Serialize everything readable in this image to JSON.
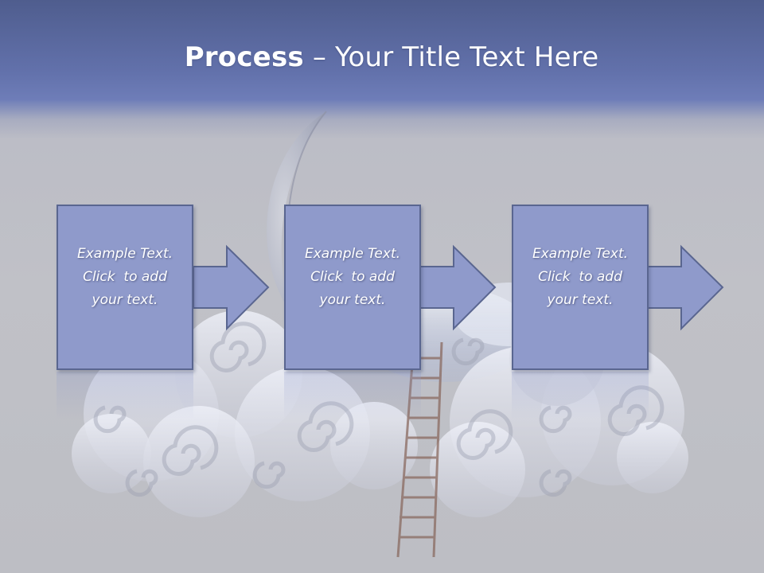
{
  "slide": {
    "title_bold": "Process",
    "title_rest": " – Your Title Text Here"
  },
  "steps": [
    {
      "lines": [
        "Example Text.",
        "Click  to add",
        "your text."
      ]
    },
    {
      "lines": [
        "Example Text.",
        "Click  to add",
        "your text."
      ]
    },
    {
      "lines": [
        "Example Text.",
        "Click  to add",
        "your text."
      ]
    }
  ],
  "colors": {
    "header": "#6271ab",
    "box_fill": "#8f9acb",
    "box_border": "#5a6690",
    "background": "#c0c1c7"
  },
  "icons": [
    "cloud-illustration",
    "moon-illustration",
    "ladder-illustration",
    "right-arrow-icon"
  ]
}
